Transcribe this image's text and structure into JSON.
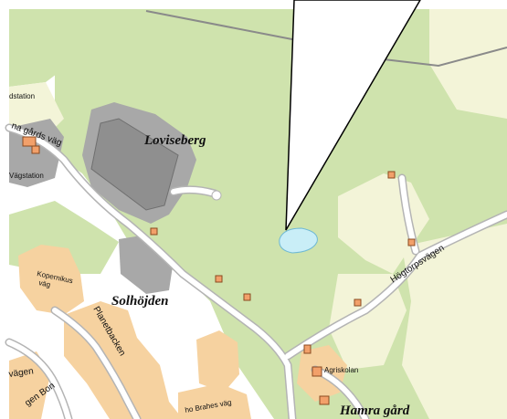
{
  "map": {
    "colors": {
      "background": "#ffffff",
      "forest": "#cfe3ad",
      "open_land": "#f3f4d8",
      "residential": "#f6d2a0",
      "industrial": "#a8a8a8",
      "road": "#ffffff",
      "road_casing": "#b4b4b4",
      "building": "#f2a06a",
      "water": "#c9eef7",
      "railway": "#8a8a8a",
      "callout": "#ffffff"
    },
    "labels": {
      "loviseberg": "Loviseberg",
      "solhojden": "Solhöjden",
      "hamra_gard": "Hamra gård",
      "dstation": "dstation",
      "vagstation": "Vägstation",
      "na_gards_vag": "na gårds väg",
      "kopernikus_line1": "Kopernikus",
      "kopernikus_line2": "väg",
      "planetbacken": "Planetbacken",
      "hogtorpsvagen": "Högtorpsvägen",
      "agriskolan": "Agriskolan",
      "ho_brahes_vag": "ho Brahes väg",
      "vagen": "vägen",
      "gen_bon": "gen Bon"
    }
  }
}
